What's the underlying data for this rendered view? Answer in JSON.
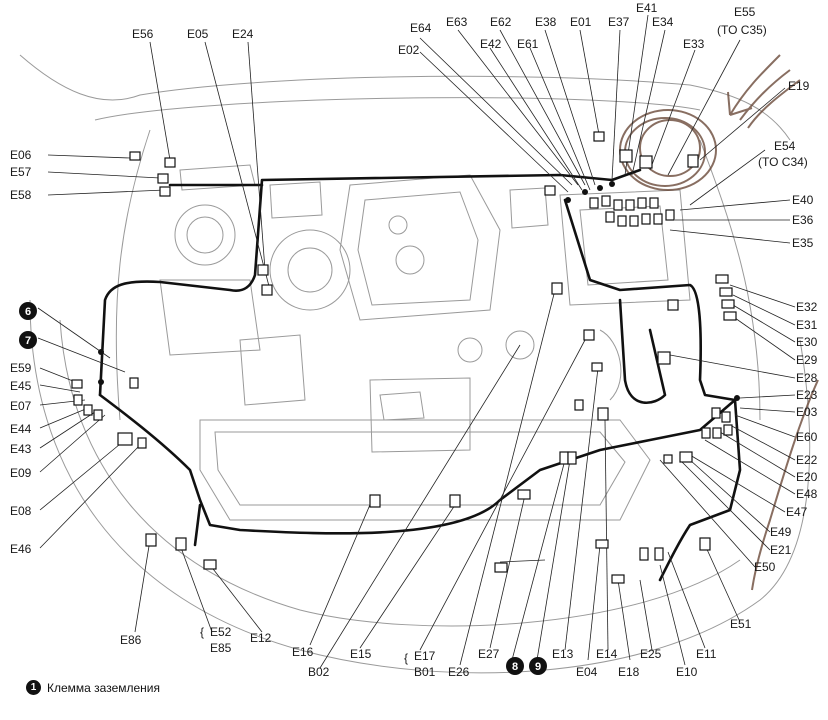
{
  "legend": {
    "badge": "1",
    "text": "Клемма заземления"
  },
  "labels": {
    "e56": "E56",
    "e05": "E05",
    "e24": "E24",
    "e64": "E64",
    "e63": "E63",
    "e62": "E62",
    "e38": "E38",
    "e01": "E01",
    "e37": "E37",
    "e41": "E41",
    "e34": "E34",
    "e55": "E55",
    "e55_to": "(TO C35)",
    "e02": "E02",
    "e42": "E42",
    "e61": "E61",
    "e33": "E33",
    "e19": "E19",
    "e54": "E54",
    "e54_to": "(TO C34)",
    "e06": "E06",
    "e57": "E57",
    "e58": "E58",
    "e40": "E40",
    "e36": "E36",
    "e35": "E35",
    "e32": "E32",
    "e31": "E31",
    "e30": "E30",
    "e29": "E29",
    "e28": "E28",
    "e23": "E23",
    "e03": "E03",
    "e60": "E60",
    "e22": "E22",
    "e20": "E20",
    "e48": "E48",
    "e47": "E47",
    "e49": "E49",
    "e21": "E21",
    "e50": "E50",
    "e51": "E51",
    "e59": "E59",
    "e45": "E45",
    "e07": "E07",
    "e44": "E44",
    "e43": "E43",
    "e09": "E09",
    "e08": "E08",
    "e46": "E46",
    "e86": "E86",
    "e52": "E52",
    "e85": "E85",
    "e12": "E12",
    "e16": "E16",
    "b02": "B02",
    "e15": "E15",
    "e17": "E17",
    "b01": "B01",
    "e26": "E26",
    "e27": "E27",
    "e13": "E13",
    "e04": "E04",
    "e14": "E14",
    "e18": "E18",
    "e25": "E25",
    "e10": "E10",
    "e11": "E11",
    "g6": "6",
    "g7": "7",
    "g8": "8",
    "g9": "9"
  }
}
